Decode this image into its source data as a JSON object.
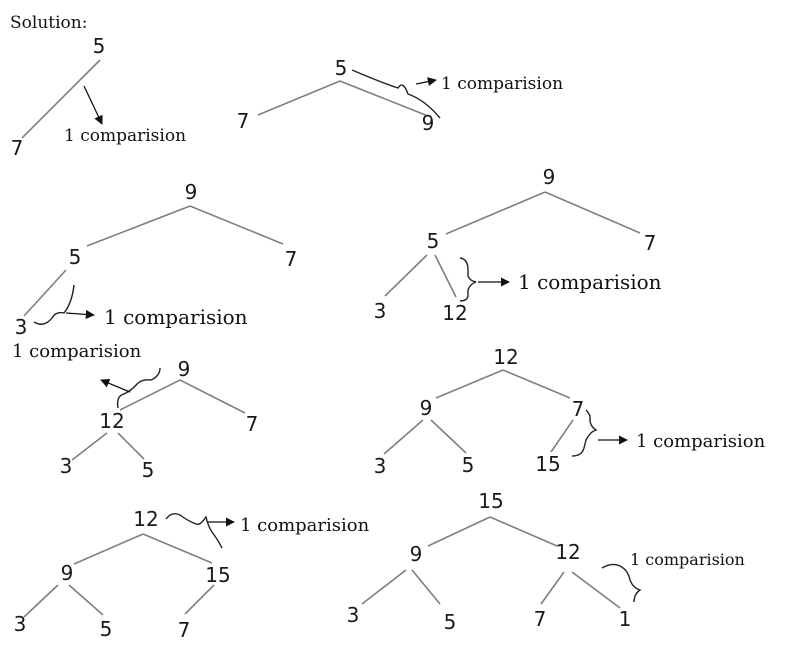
{
  "title": "Solution:",
  "comparison_label": "1 comparision",
  "panels": [
    {
      "id": "p1",
      "nodes": [
        "5",
        "7"
      ]
    },
    {
      "id": "p2",
      "nodes": [
        "5",
        "7",
        "9"
      ]
    },
    {
      "id": "p3",
      "nodes": [
        "9",
        "5",
        "7",
        "3"
      ]
    },
    {
      "id": "p4",
      "nodes": [
        "9",
        "5",
        "7",
        "3",
        "12"
      ]
    },
    {
      "id": "p5",
      "nodes": [
        "9",
        "12",
        "7",
        "3",
        "5"
      ]
    },
    {
      "id": "p6",
      "nodes": [
        "12",
        "9",
        "7",
        "3",
        "5",
        "15"
      ]
    },
    {
      "id": "p7",
      "nodes": [
        "12",
        "9",
        "15",
        "3",
        "5",
        "7"
      ]
    },
    {
      "id": "p8",
      "nodes": [
        "15",
        "9",
        "12",
        "3",
        "5",
        "7",
        "1"
      ]
    }
  ],
  "colors": {
    "edge": "#7f7f7f",
    "text": "#111111",
    "background": "#ffffff"
  }
}
